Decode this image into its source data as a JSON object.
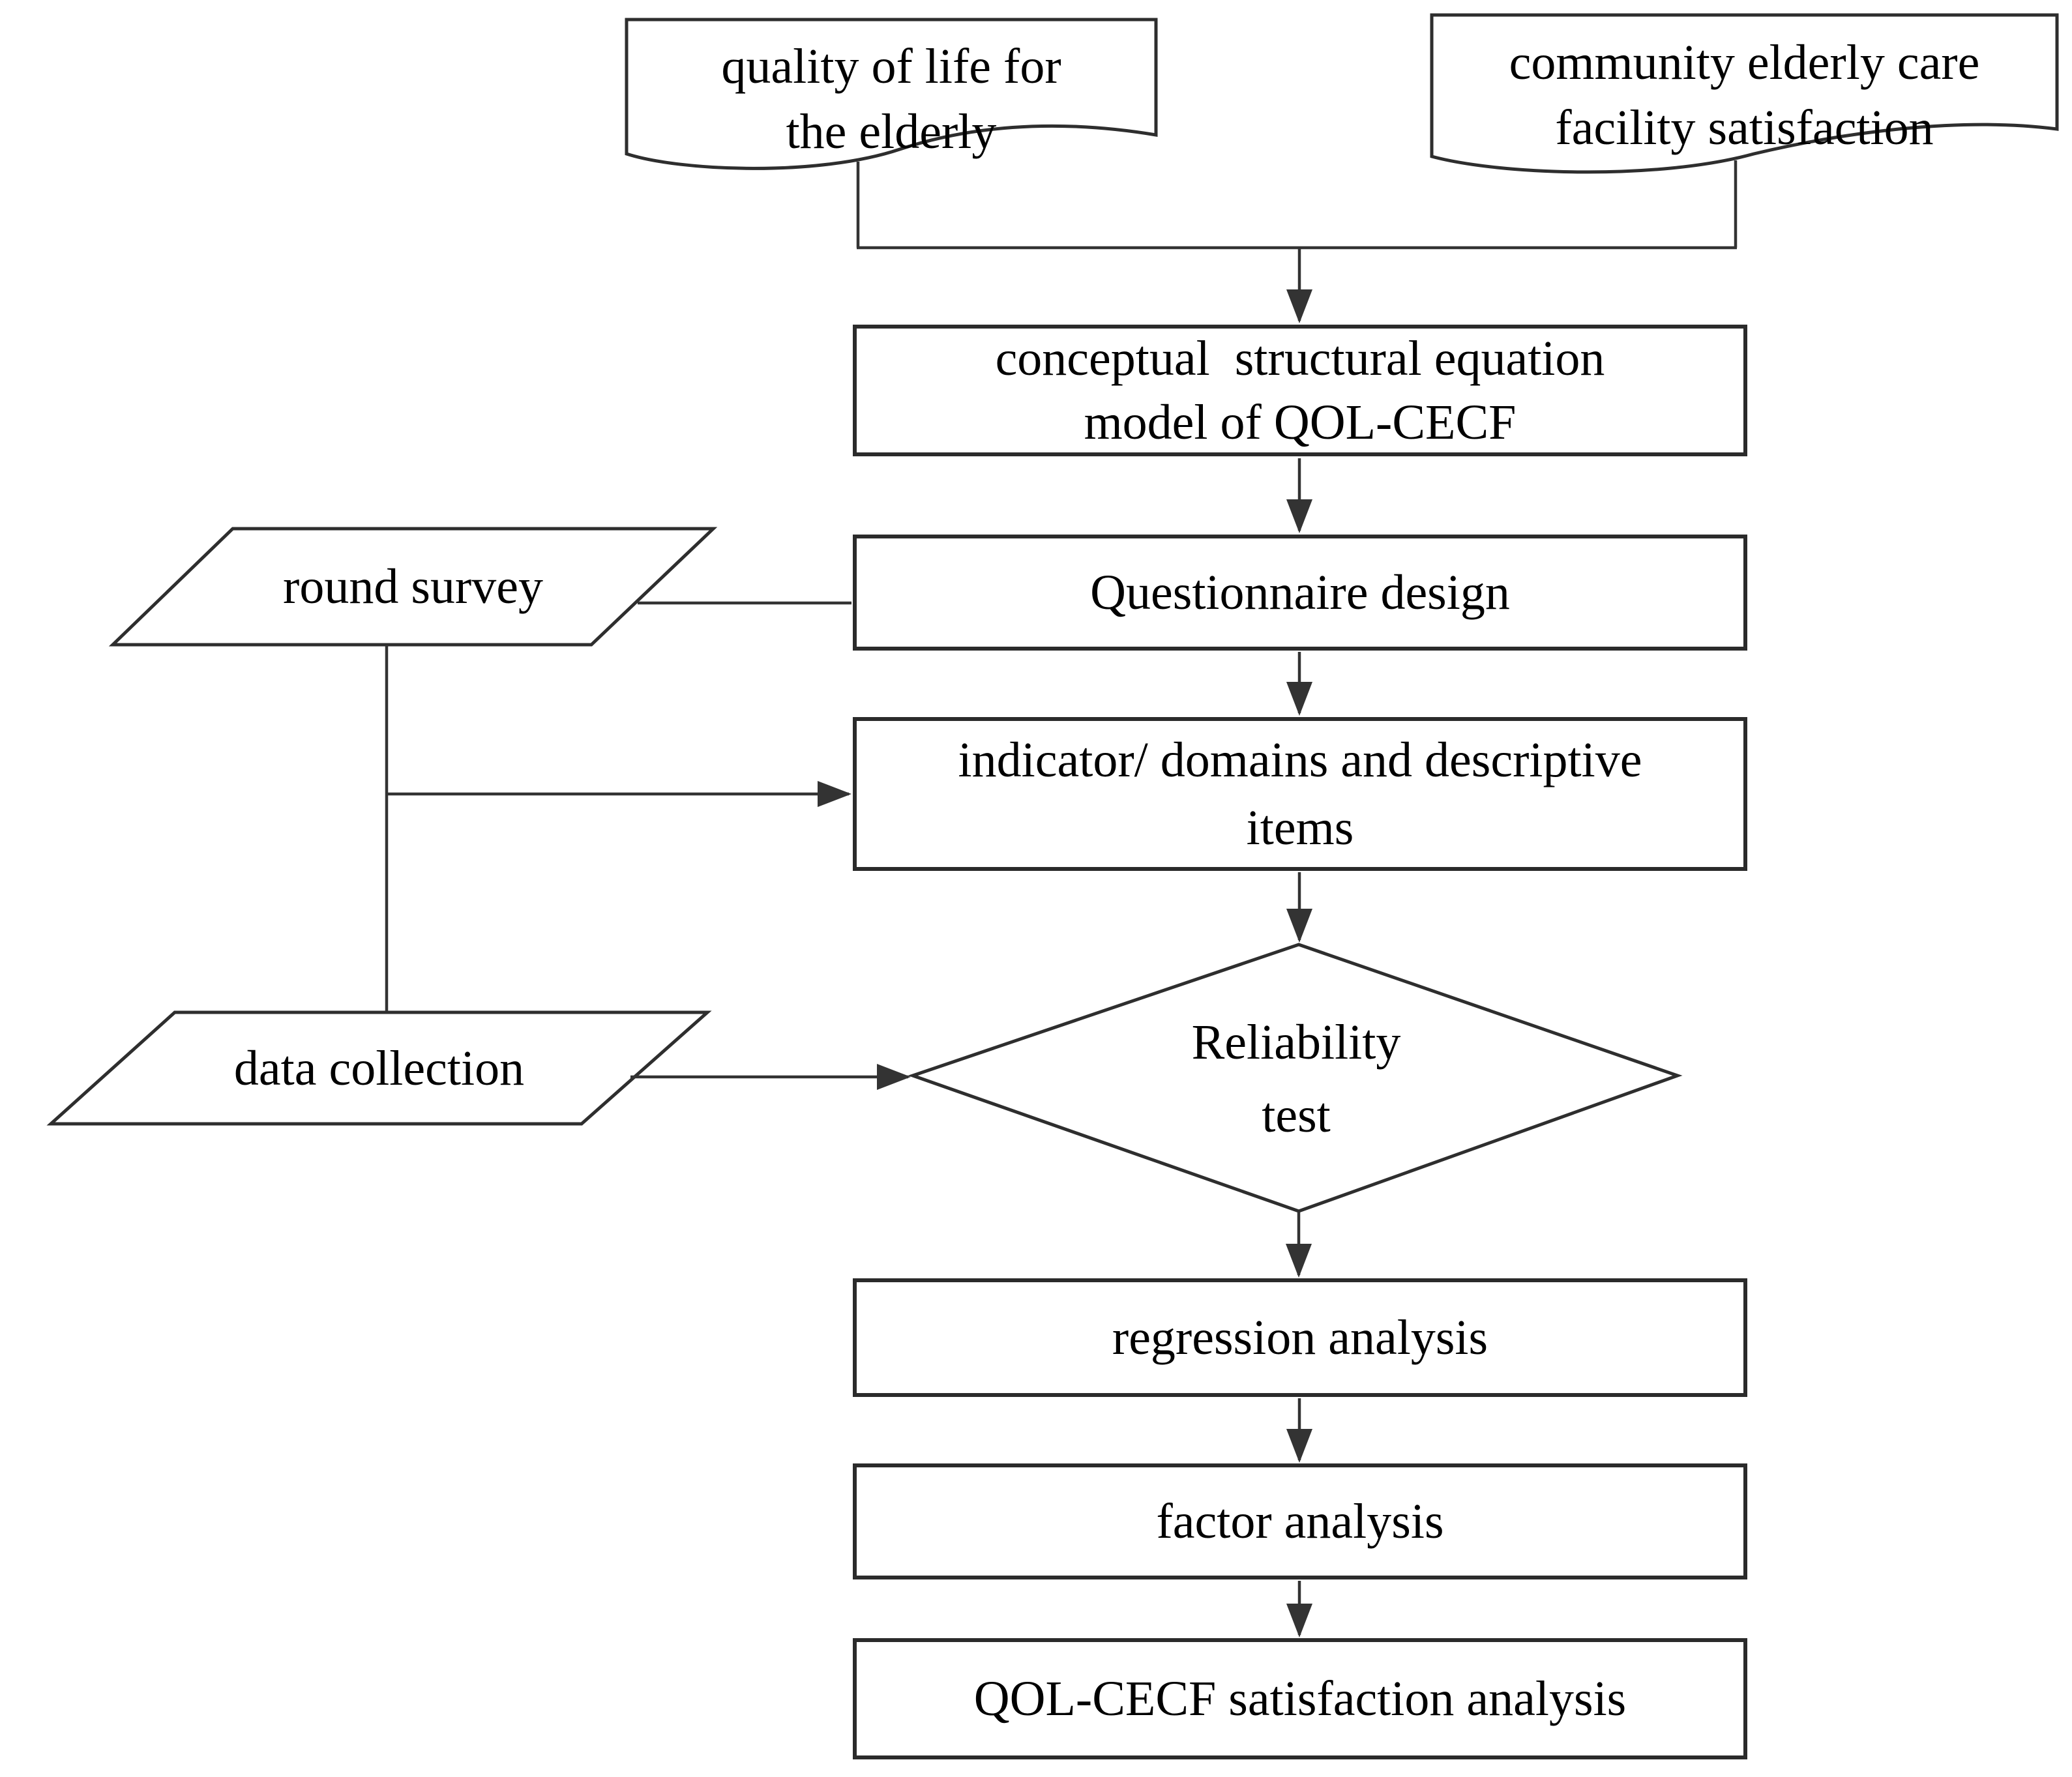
{
  "figure": {
    "type": "flowchart",
    "background_color": "#ffffff",
    "line_color": "#2e2e2e",
    "text_color": "#000000"
  },
  "nodes": {
    "doc_quality_of_life": {
      "shape": "document",
      "lines": [
        "quality of life for",
        "the elderly"
      ]
    },
    "doc_community_care": {
      "shape": "document",
      "lines": [
        "community elderly care",
        "facility satisfaction"
      ]
    },
    "box_conceptual_model": {
      "shape": "process",
      "lines": [
        "conceptual  structural equation",
        "model of QOL-CECF"
      ]
    },
    "para_round_survey": {
      "shape": "data",
      "lines": [
        "round survey"
      ]
    },
    "box_questionnaire_design": {
      "shape": "process",
      "lines": [
        "Questionnaire design"
      ]
    },
    "box_indicator_domains": {
      "shape": "process",
      "lines": [
        "indicator/ domains and descriptive",
        "items"
      ]
    },
    "diamond_reliability_test": {
      "shape": "decision",
      "lines": [
        "Reliability",
        "test"
      ]
    },
    "para_data_collection": {
      "shape": "data",
      "lines": [
        "data collection"
      ]
    },
    "box_regression_analysis": {
      "shape": "process",
      "lines": [
        "regression analysis"
      ]
    },
    "box_factor_analysis": {
      "shape": "process",
      "lines": [
        "factor analysis"
      ]
    },
    "box_qol_cecf_satisfaction": {
      "shape": "process",
      "lines": [
        "QOL-CECF satisfaction analysis"
      ]
    }
  },
  "edges": [
    {
      "from": "doc_quality_of_life",
      "to": "box_conceptual_model",
      "arrow": true
    },
    {
      "from": "doc_community_care",
      "to": "box_conceptual_model",
      "arrow": true
    },
    {
      "from": "box_conceptual_model",
      "to": "box_questionnaire_design",
      "arrow": true
    },
    {
      "from": "para_round_survey",
      "to": "box_questionnaire_design",
      "arrow": false
    },
    {
      "from": "box_questionnaire_design",
      "to": "box_indicator_domains",
      "arrow": true
    },
    {
      "from": "para_round_survey",
      "to": "box_indicator_domains",
      "arrow": true
    },
    {
      "from": "para_round_survey",
      "to": "para_data_collection",
      "arrow": false
    },
    {
      "from": "box_indicator_domains",
      "to": "diamond_reliability_test",
      "arrow": true
    },
    {
      "from": "para_data_collection",
      "to": "diamond_reliability_test",
      "arrow": true
    },
    {
      "from": "diamond_reliability_test",
      "to": "box_regression_analysis",
      "arrow": true
    },
    {
      "from": "box_regression_analysis",
      "to": "box_factor_analysis",
      "arrow": true
    },
    {
      "from": "box_factor_analysis",
      "to": "box_qol_cecf_satisfaction",
      "arrow": true
    }
  ]
}
